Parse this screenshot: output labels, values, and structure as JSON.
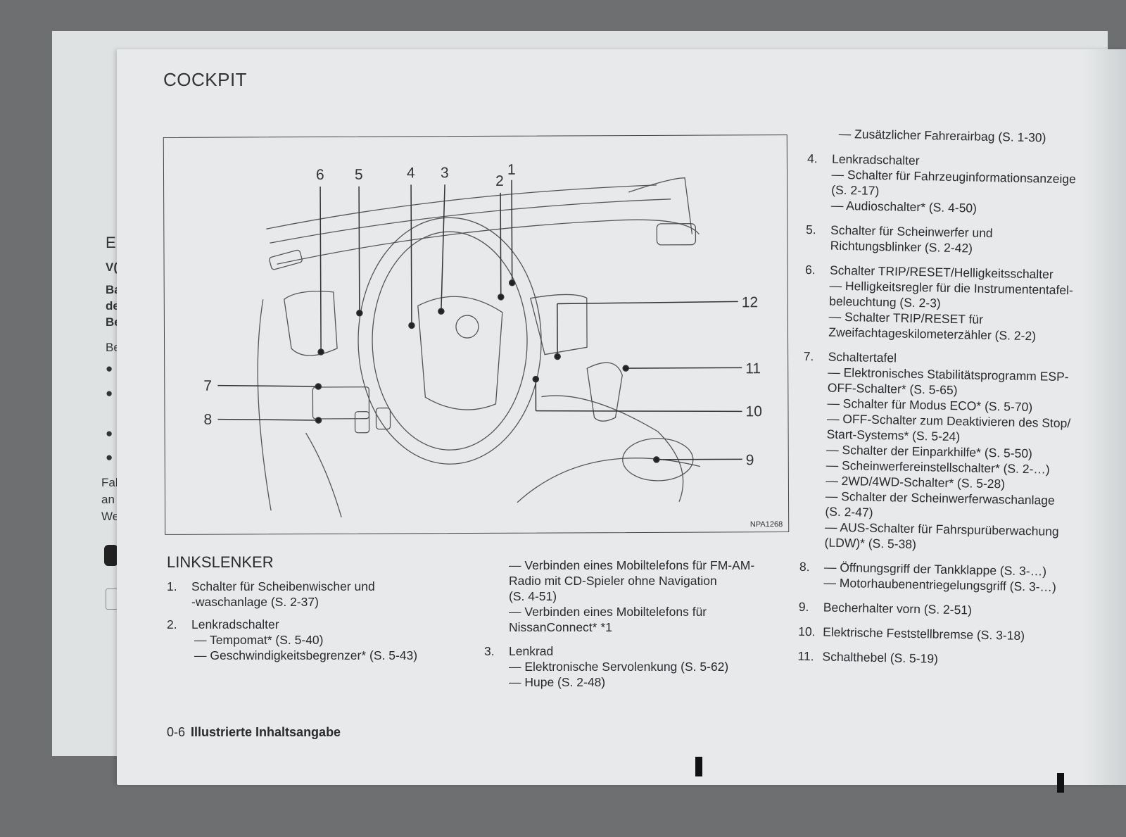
{
  "back_page": {
    "fragments": [
      "E",
      "V(",
      "Ba",
      "de",
      "Be",
      "Be",
      "●",
      "●",
      "●",
      "●",
      "Fal",
      "an",
      "We"
    ],
    "icons": [
      "bluetooth-icon",
      "document-icon"
    ]
  },
  "page": {
    "title": "COCKPIT",
    "figure_id": "NPA1268",
    "callouts": [
      "1",
      "2",
      "3",
      "4",
      "5",
      "6",
      "7",
      "8",
      "9",
      "10",
      "11",
      "12"
    ],
    "section_heading": "LINKSLENKER",
    "column1": [
      {
        "num": "1.",
        "lines": [
          "Schalter für Scheibenwischer und",
          "-waschanlage (S. 2-37)"
        ]
      },
      {
        "num": "2.",
        "lines": [
          "Lenkradschalter",
          "— Tempomat* (S. 5-40)",
          "— Geschwindigkeitsbegrenzer* (S. 5-43)"
        ]
      }
    ],
    "column2_cont": [
      "— Verbinden eines Mobiltelefons für FM-AM-",
      "Radio mit CD-Spieler ohne Navigation",
      "(S. 4-51)",
      "— Verbinden eines Mobiltelefons für",
      "NissanConnect* *1"
    ],
    "column2": [
      {
        "num": "3.",
        "lines": [
          "Lenkrad",
          "— Elektronische Servolenkung (S. 5-62)",
          "— Hupe (S. 2-48)"
        ]
      }
    ],
    "column3_cont": "— Zusätzlicher Fahrerairbag (S. 1-30)",
    "column3": [
      {
        "num": "4.",
        "lines": [
          "Lenkradschalter",
          "— Schalter für Fahrzeuginformationsanzeige",
          "(S. 2-17)",
          "— Audioschalter* (S. 4-50)"
        ]
      },
      {
        "num": "5.",
        "lines": [
          "Schalter für Scheinwerfer und",
          "Richtungsblinker (S. 2-42)"
        ]
      },
      {
        "num": "6.",
        "lines": [
          "Schalter TRIP/RESET/Helligkeitsschalter",
          "— Helligkeitsregler für die Instrumententafel-",
          "beleuchtung (S. 2-3)",
          "— Schalter TRIP/RESET für",
          "Zweifachtageskilometerzähler (S. 2-2)"
        ]
      },
      {
        "num": "7.",
        "lines": [
          "Schaltertafel",
          "— Elektronisches Stabilitätsprogramm ESP-",
          "OFF-Schalter* (S. 5-65)",
          "— Schalter für Modus ECO* (S. 5-70)",
          "— OFF-Schalter zum Deaktivieren des Stop/",
          "Start-Systems* (S. 5-24)",
          "— Schalter der Einparkhilfe* (S. 5-50)",
          "— Scheinwerfereinstellschalter* (S. 2-…)",
          "— 2WD/4WD-Schalter* (S. 5-28)",
          "— Schalter der Scheinwerferwaschanlage",
          "(S. 2-47)",
          "— AUS-Schalter für Fahrspurüberwachung",
          "(LDW)* (S. 5-38)"
        ]
      },
      {
        "num": "8.",
        "lines": [
          "— Öffnungsgriff der Tankklappe (S. 3-…)",
          "— Motorhaubenentriegelungsgriff (S. 3-…)"
        ]
      },
      {
        "num": "9.",
        "lines": [
          "Becherhalter vorn (S. 2-51)"
        ]
      },
      {
        "num": "10.",
        "lines": [
          "Elektrische Feststellbremse (S. 3-18)"
        ]
      },
      {
        "num": "11.",
        "lines": [
          "Schalthebel (S. 5-19)"
        ]
      }
    ],
    "footer": {
      "page_number": "0-6",
      "section": "Illustrierte Inhaltsangabe"
    }
  }
}
